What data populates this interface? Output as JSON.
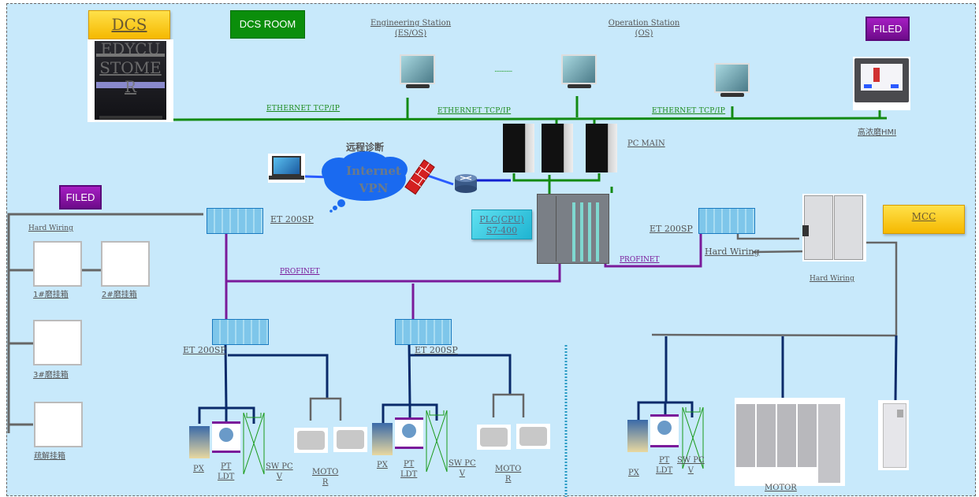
{
  "title_buttons": {
    "dcs": "DCS",
    "dcs_room": "DCS ROOM",
    "filed_top": "FILED",
    "filed_left": "FILED",
    "mcc": "MCC",
    "plc_line1": "PLC(CPU)",
    "plc_line2": "S7-400"
  },
  "server_overlay_text": [
    "EDYCU",
    "STOME",
    "R"
  ],
  "stations": {
    "engineering_line1": "Engineering Station",
    "engineering_line2": "(ES/OS)",
    "operation_line1": "Operation Station",
    "operation_line2": "(OS)",
    "ellipsis": "............",
    "hmi": "高浓磨HMI",
    "pc_main": "PC MAIN"
  },
  "networks": {
    "ethernet_1": "ETHERNET TCP/IP",
    "ethernet_2": "ETHERNET TCP/IP",
    "ethernet_3": "ETHERNET TCP/IP",
    "profinet_left": "PROFINET",
    "profinet_right": "PROFINET"
  },
  "remote": {
    "title": "远程诊断",
    "cloud_line1": "Internet",
    "cloud_line2": "VPN"
  },
  "io": {
    "et200sp_top": "ET 200SP",
    "et200sp_right": "ET 200SP",
    "et200sp_bl": "ET 200SP",
    "et200sp_bm": "ET 200SP",
    "hard_wiring_left": "Hard Wiring",
    "hard_wiring_mid": "Hard Wiring",
    "hard_wiring_mcc": "Hard Wiring"
  },
  "boxes": [
    {
      "label": "1#磨挂箱"
    },
    {
      "label": "2#磨挂箱"
    },
    {
      "label": "3#磨挂箱"
    },
    {
      "label": "疏解挂箱"
    }
  ],
  "field_groups": [
    {
      "px": "PX",
      "pt1": "PT",
      "pt2": "LDT",
      "sw1": "SW PC",
      "sw2": "V",
      "motor1": "MOTO",
      "motor2": "R"
    },
    {
      "px": "PX",
      "pt1": "PT",
      "pt2": "LDT",
      "sw1": "SW PC",
      "sw2": "V",
      "motor1": "MOTO",
      "motor2": "R"
    },
    {
      "px": "PX",
      "pt1": "PT",
      "pt2": "LDT",
      "sw1": "SW PC",
      "sw2": "V",
      "motor": "MOTOR"
    }
  ],
  "colors": {
    "background": "#c8e9fb",
    "ethernet": "#138a13",
    "profinet": "#7a1a9a",
    "hardwire": "#666666",
    "field_bus": "#0a2a6a",
    "vpn": "#2a5cff"
  }
}
